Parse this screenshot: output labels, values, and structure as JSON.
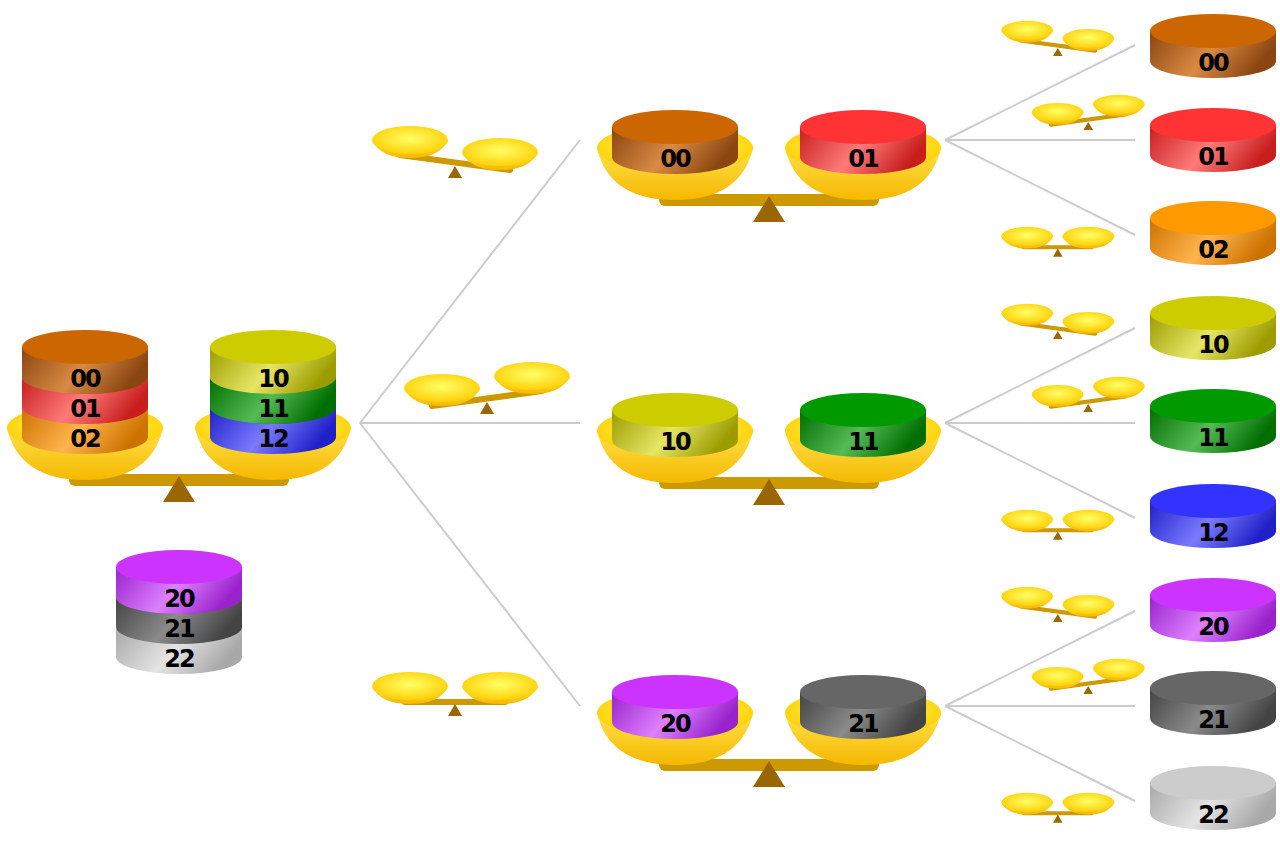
{
  "diagram": {
    "nodes": [
      {
        "text": [
          "00"
        ]
      },
      {
        "text": [
          "01"
        ]
      },
      {
        "text": [
          "02"
        ]
      },
      {
        "text": [
          "10"
        ]
      },
      {
        "text": [
          "11"
        ]
      },
      {
        "text": [
          "12"
        ]
      },
      {
        "text": [
          "20"
        ]
      },
      {
        "text": [
          "21"
        ]
      },
      {
        "text": [
          "22"
        ]
      },
      {
        "text": [
          "00"
        ]
      },
      {
        "text": [
          "01"
        ]
      },
      {
        "text": [
          "10"
        ]
      },
      {
        "text": [
          "11"
        ]
      },
      {
        "text": [
          "20"
        ]
      },
      {
        "text": [
          "21"
        ]
      },
      {
        "text": [
          "00"
        ]
      },
      {
        "text": [
          "01"
        ]
      },
      {
        "text": [
          "02"
        ]
      },
      {
        "text": [
          "10"
        ]
      },
      {
        "text": [
          "11"
        ]
      },
      {
        "text": [
          "12"
        ]
      },
      {
        "text": [
          "20"
        ]
      },
      {
        "text": [
          "21"
        ]
      },
      {
        "text": [
          "22"
        ]
      }
    ]
  }
}
